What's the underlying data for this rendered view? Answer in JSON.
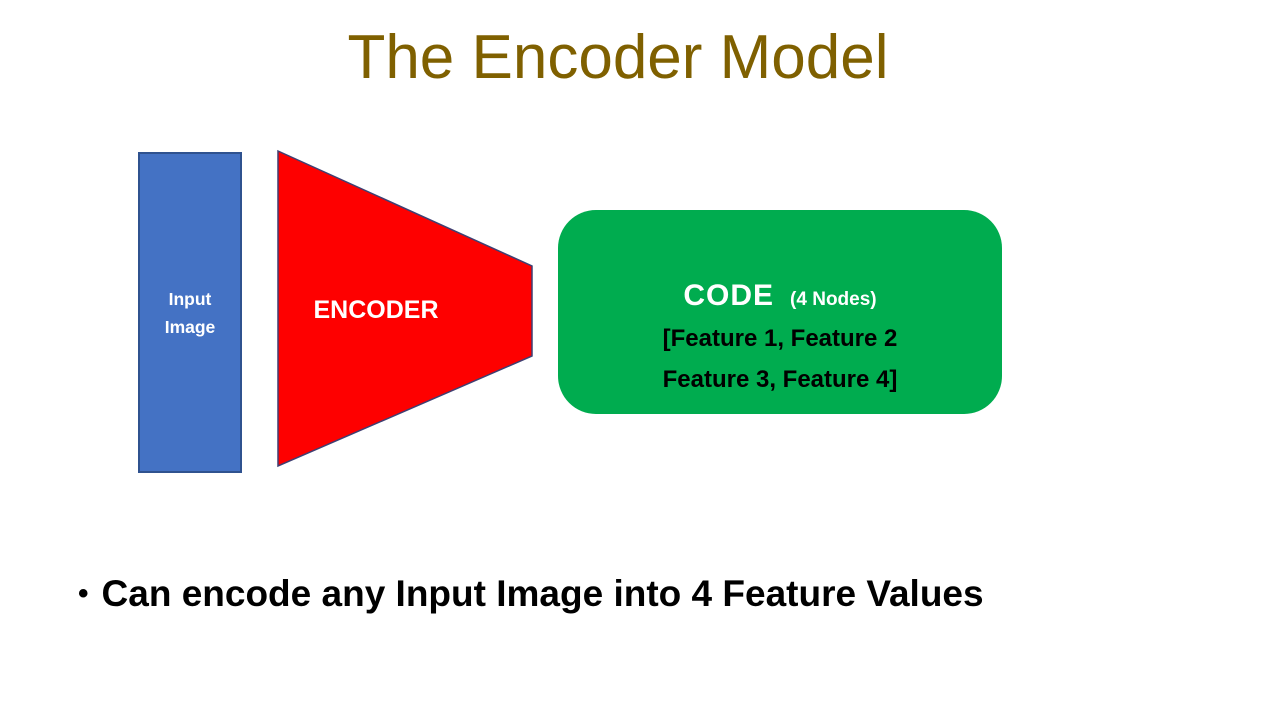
{
  "slide": {
    "title": "The Encoder Model",
    "title_color": "#7F6000",
    "background_color": "#FFFFFF"
  },
  "diagram": {
    "input_block": {
      "label_line1": "Input",
      "label_line2": "Image",
      "fill_color": "#4472C4",
      "border_color": "#2F528F",
      "text_color": "#FFFFFF"
    },
    "encoder_shape": {
      "label": "ENCODER",
      "shape": "right-pointing-trapezoid",
      "fill_color": "#FE0000",
      "border_color": "#3F3F72",
      "text_color": "#FFFFFF"
    },
    "code_block": {
      "title": "CODE",
      "subtitle": "(4 Nodes)",
      "feature_line1": "[Feature 1, Feature 2",
      "feature_line2": "Feature 3, Feature 4]",
      "fill_color": "#00AC4F",
      "title_text_color": "#FFFFFF",
      "feature_text_color": "#000000"
    }
  },
  "bullet": {
    "marker": "•",
    "text": "Can encode any Input Image into 4 Feature Values"
  }
}
